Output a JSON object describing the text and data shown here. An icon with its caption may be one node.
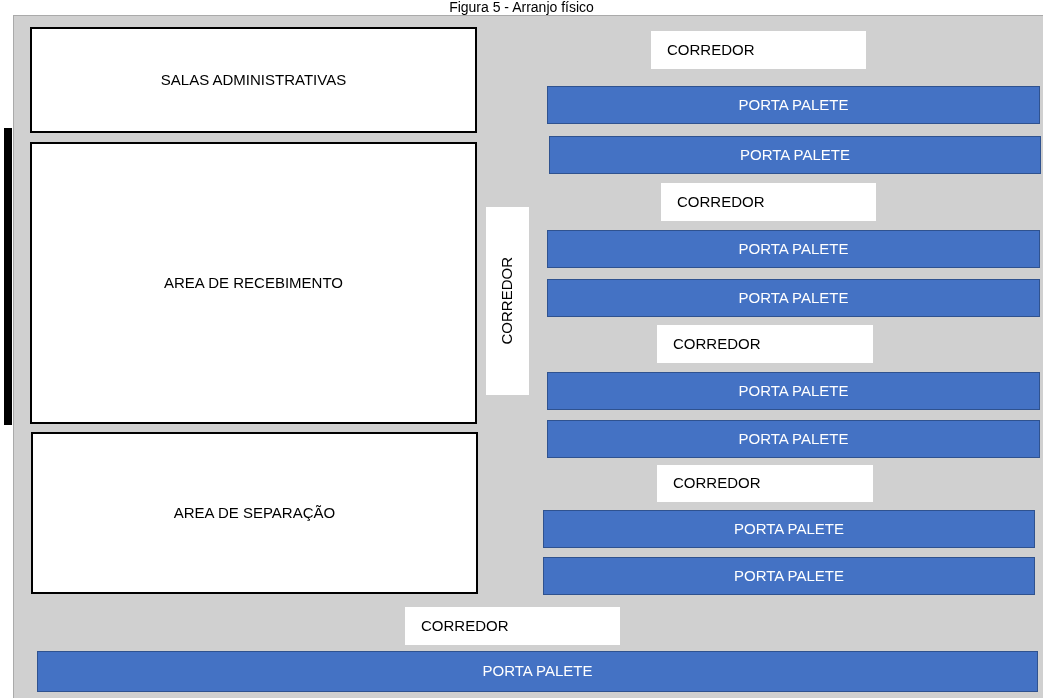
{
  "diagram": {
    "title": "Figura 5 - Arranjo físico",
    "nodes": [
      {
        "text": [
          "SALAS ADMINISTRATIVAS"
        ]
      },
      {
        "text": [
          "AREA DE RECEBIMENTO"
        ]
      },
      {
        "text": [
          "AREA DE SEPARAÇÃO"
        ]
      },
      {
        "text": [
          "CORREDOR"
        ]
      },
      {
        "text": [
          "CORREDOR"
        ]
      },
      {
        "text": [
          "PORTA PALETE"
        ]
      },
      {
        "text": [
          "PORTA PALETE"
        ]
      },
      {
        "text": [
          "CORREDOR"
        ]
      },
      {
        "text": [
          "PORTA PALETE"
        ]
      },
      {
        "text": [
          "PORTA PALETE"
        ]
      },
      {
        "text": [
          "CORREDOR"
        ]
      },
      {
        "text": [
          "PORTA PALETE"
        ]
      },
      {
        "text": [
          "PORTA PALETE"
        ]
      },
      {
        "text": [
          "CORREDOR"
        ]
      },
      {
        "text": [
          "PORTA PALETE"
        ]
      },
      {
        "text": [
          "PORTA PALETE"
        ]
      },
      {
        "text": [
          "CORREDOR"
        ]
      },
      {
        "text": [
          "PORTA PALETE"
        ]
      }
    ]
  }
}
